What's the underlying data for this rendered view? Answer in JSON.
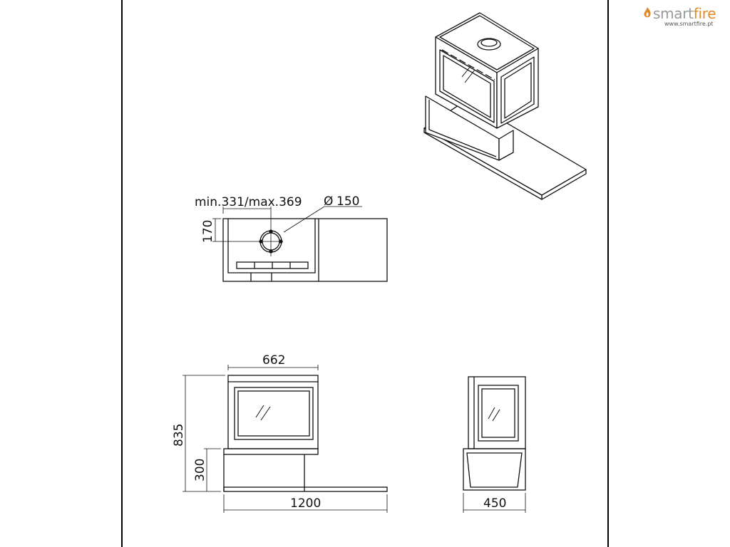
{
  "brand": {
    "name_part1": "smart",
    "name_part2": "fire",
    "url": "www.smartfire.pt",
    "accent_color": "#e08b2a",
    "text_color": "#9a9a9a"
  },
  "dimensions": {
    "flue_offset": "min.331/max.369",
    "flue_diameter": "150",
    "diameter_symbol": "Ø",
    "flue_depth": "170",
    "front_width": "662",
    "total_height": "835",
    "bench_height": "300",
    "bench_length": "1200",
    "side_depth": "450"
  },
  "views": [
    "isometric-view",
    "top-view",
    "front-view",
    "side-view"
  ]
}
